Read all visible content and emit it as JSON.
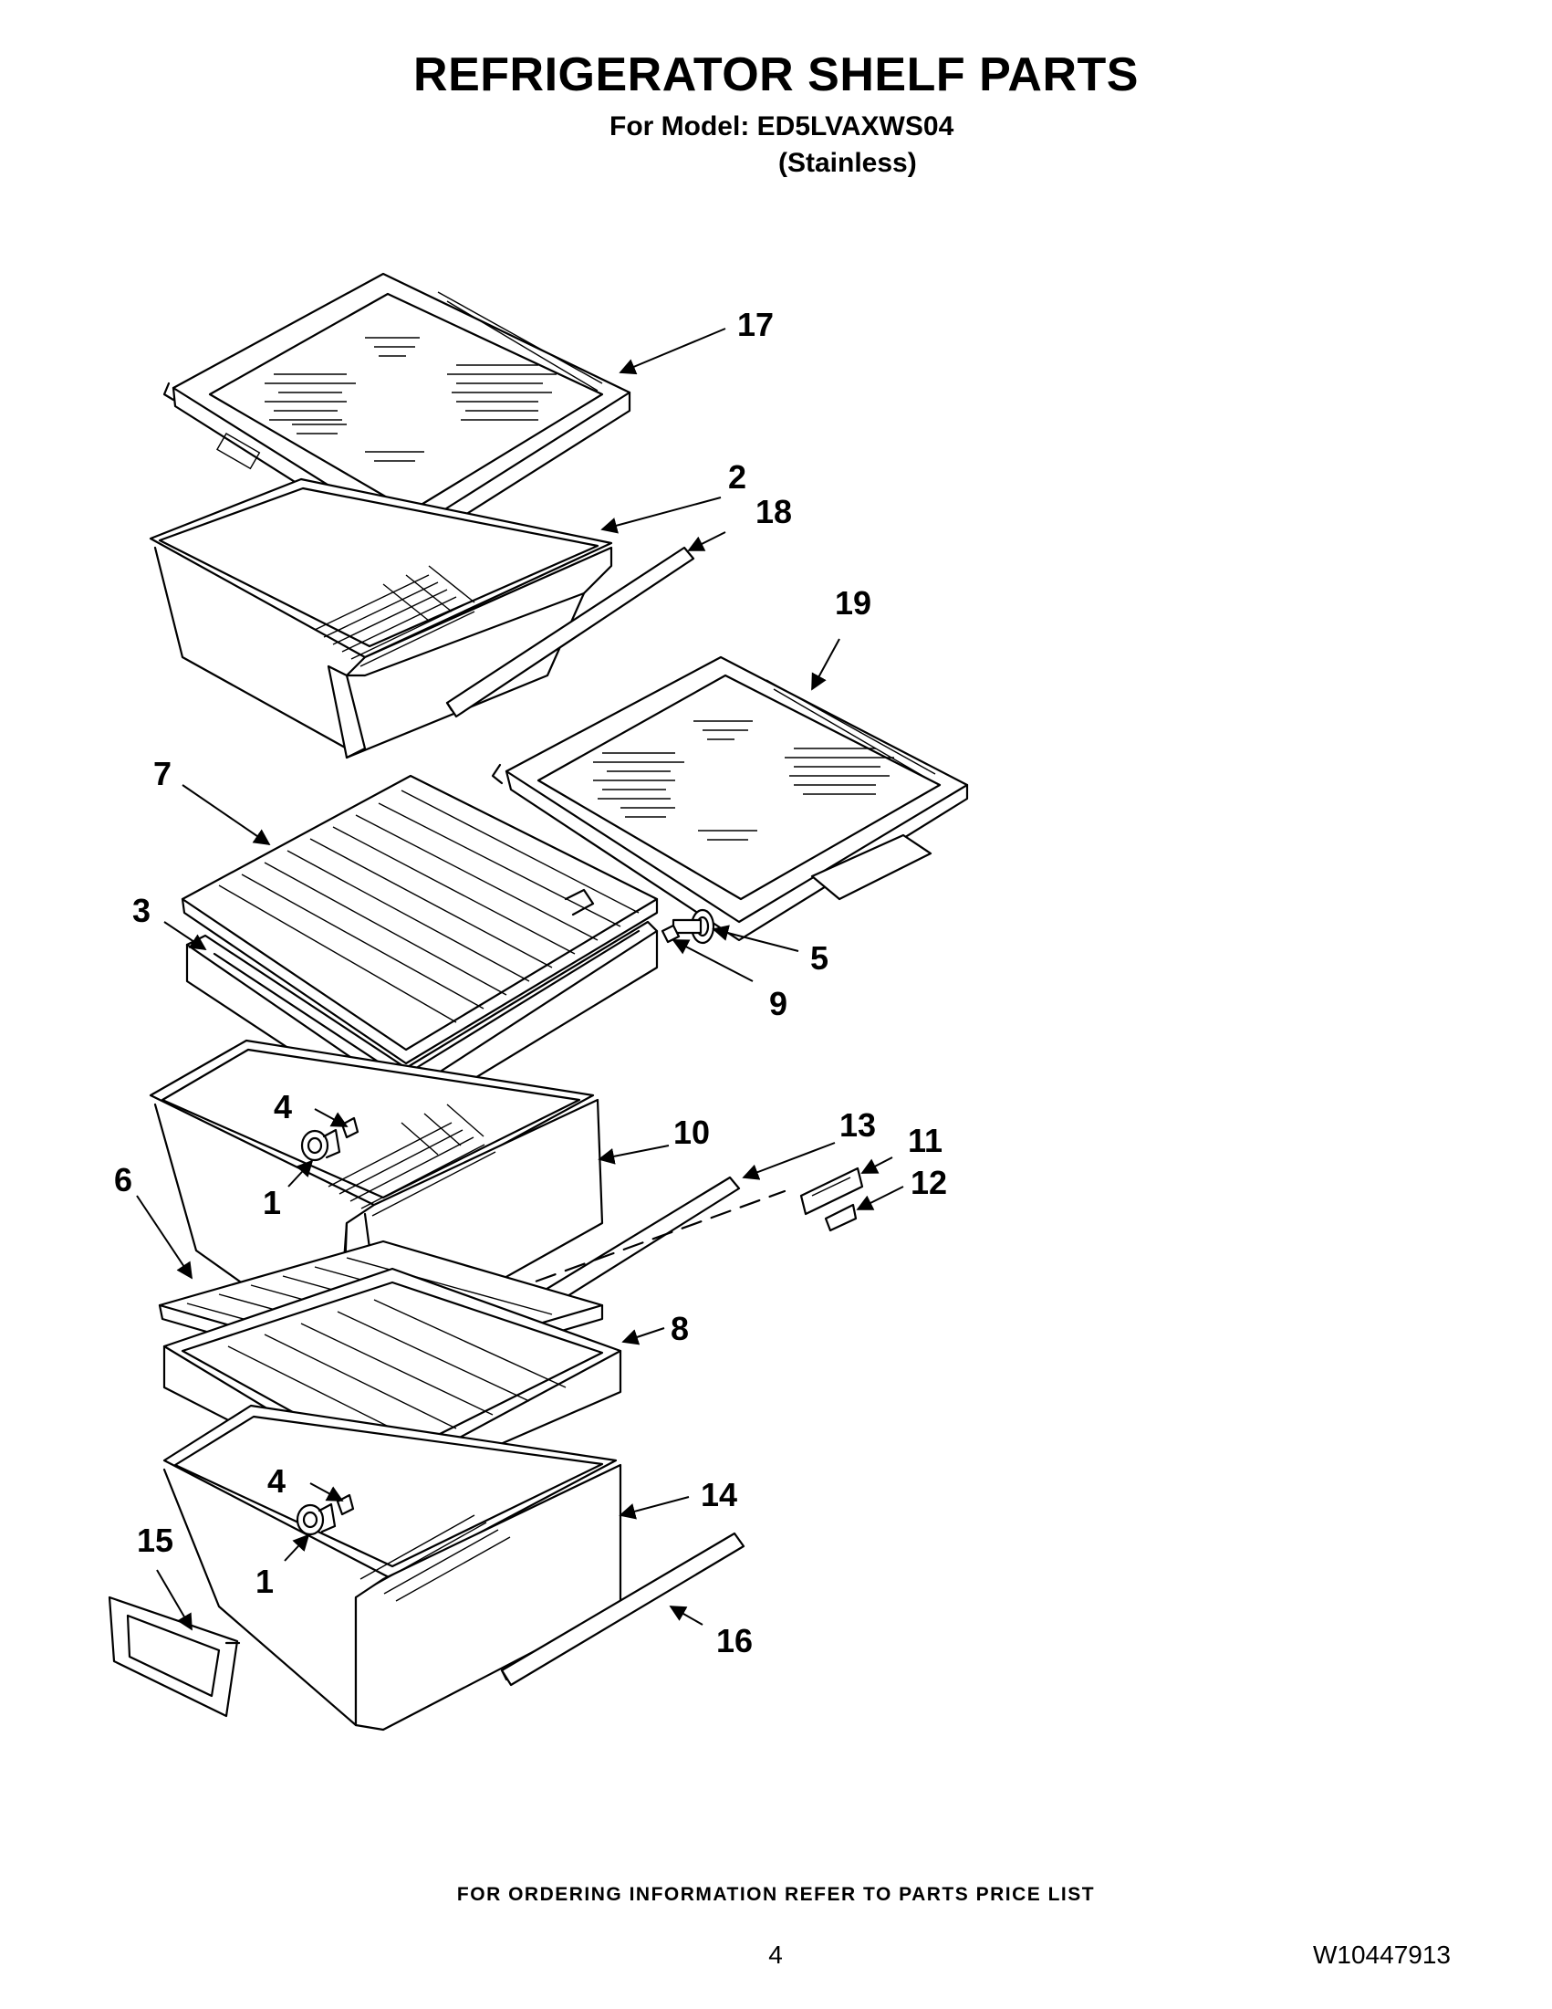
{
  "header": {
    "title": "REFRIGERATOR SHELF PARTS",
    "model": "For Model: ED5LVAXWS04",
    "variant": "(Stainless)"
  },
  "callouts": {
    "n1": "1",
    "n2": "2",
    "n3": "3",
    "n4": "4",
    "n5": "5",
    "n6": "6",
    "n7": "7",
    "n8": "8",
    "n9": "9",
    "n10": "10",
    "n11": "11",
    "n12": "12",
    "n13": "13",
    "n14": "14",
    "n15": "15",
    "n16": "16",
    "n17": "17",
    "n18": "18",
    "n19": "19"
  },
  "footer": {
    "note": "FOR ORDERING INFORMATION REFER TO PARTS PRICE LIST",
    "page": "4",
    "doc_number": "W10447913"
  }
}
